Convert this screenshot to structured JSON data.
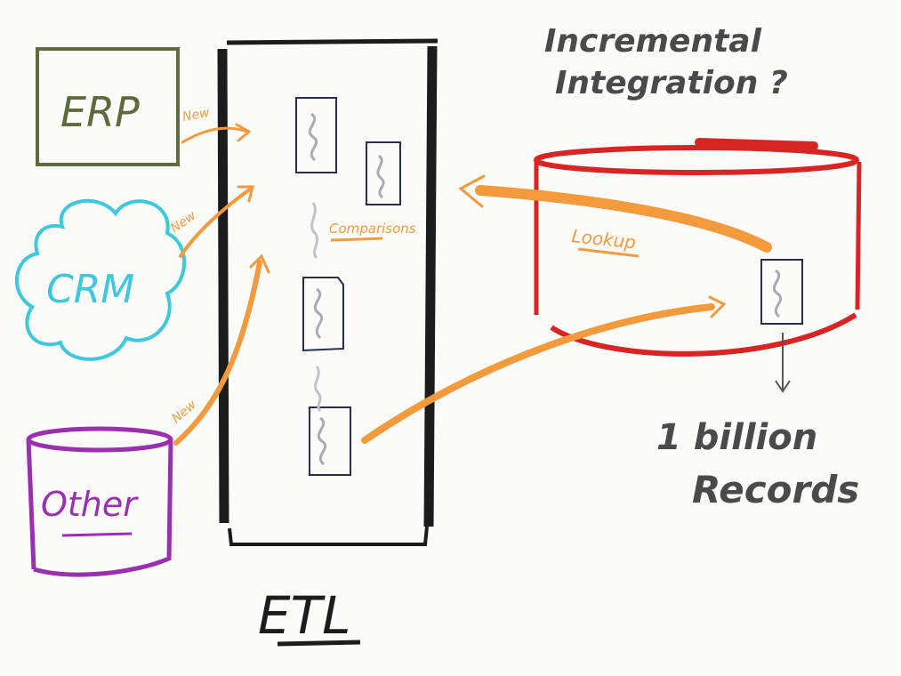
{
  "title": {
    "line1": "Incremental",
    "line2": "Integration ?"
  },
  "sources": {
    "erp": "ERP",
    "crm": "CRM",
    "other": "Other"
  },
  "edge_labels": {
    "erp_new": "New",
    "crm_new": "New",
    "other_new": "New"
  },
  "etl": {
    "label": "ETL",
    "comparisons": "Comparisons"
  },
  "warehouse": {
    "lookup": "Lookup",
    "records_line1": "1 billion",
    "records_line2": "Records"
  },
  "colors": {
    "erp": "#5b6b3a",
    "crm": "#3ec8dc",
    "other": "#9a2fb0",
    "etl": "#1c1c1c",
    "warehouse": "#d92424",
    "flow": "#f39a3d",
    "text_dark": "#4a4a4a",
    "doc": "#2a2d52"
  }
}
